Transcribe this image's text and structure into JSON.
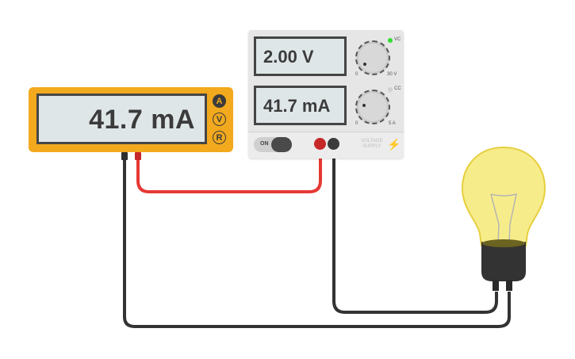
{
  "multimeter": {
    "reading": "41.7 mA",
    "modes": [
      {
        "label": "A",
        "active": true
      },
      {
        "label": "V",
        "active": false
      },
      {
        "label": "R",
        "active": false
      }
    ],
    "body_color": "#f2a91d",
    "probes": {
      "negative_color": "#333333",
      "positive_color": "#d32f2f"
    }
  },
  "power_supply": {
    "voltage_display": "2.00 V",
    "current_display": "41.7 mA",
    "voltage_knob": {
      "min_label": "0",
      "max_label": "30 V"
    },
    "current_knob": {
      "min_label": "0",
      "max_label": "5 A"
    },
    "indicators": [
      {
        "label": "VC",
        "on": true,
        "color": "#33dd33"
      },
      {
        "label": "CC",
        "on": false,
        "color": "#cccccc"
      }
    ],
    "switch_label": "ON",
    "brand_line1": "VOLTAGE",
    "brand_line2": "SUPPLY",
    "terminals": {
      "positive_color": "#c62828",
      "negative_color": "#3b3b3b"
    }
  },
  "bulb": {
    "glass_color": "#f7ec8a",
    "base_color": "#333333"
  },
  "wires": {
    "red": "#e53935",
    "black": "#333333"
  }
}
